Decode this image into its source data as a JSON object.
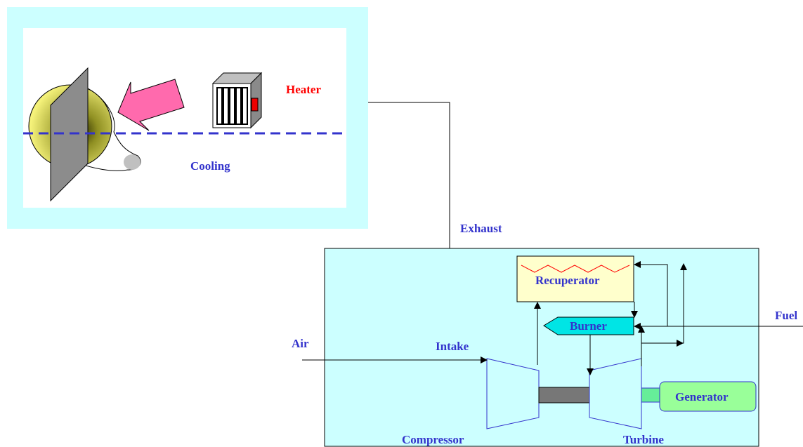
{
  "labels": {
    "heater": "Heater",
    "cooling": "Cooling",
    "exhaust": "Exhaust",
    "recuperator": "Recuperator",
    "burner": "Burner",
    "fuel": "Fuel",
    "air": "Air",
    "intake": "Intake",
    "generator": "Generator",
    "compressor": "Compressor",
    "turbine": "Turbine"
  },
  "colors": {
    "panel_border": "#ccffff",
    "system_box": "#ccffff",
    "heater_label": "#ff0000",
    "blue_label": "#3333cc",
    "recuperator_fill": "#ffffcc",
    "recuperator_coil": "#ff0000",
    "burner_fill": "#00e5e5",
    "generator_fill": "#99ff99",
    "shaft": "#777777",
    "arrow_pink": "#ff66aa",
    "dashed_line": "#3333cc"
  }
}
